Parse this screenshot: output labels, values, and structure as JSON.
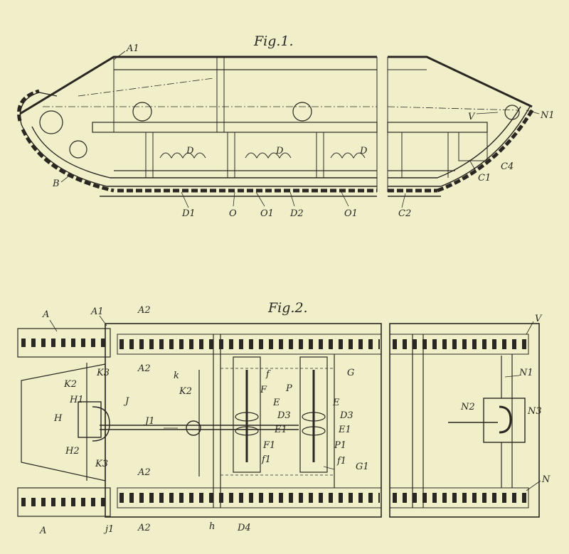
{
  "colors": {
    "paper": "#f1efc9",
    "ink": "#2a2722"
  },
  "figure1": {
    "title": "Fig.1.",
    "labels": {
      "A1": "A1",
      "B": "B",
      "D_left": "D",
      "D_mid": "D",
      "D_right": "D",
      "D1": "D1",
      "O": "O",
      "O1_a": "O1",
      "D2": "D2",
      "O1_b": "O1",
      "C2": "C2",
      "C1": "C1",
      "C4": "C4",
      "V": "V",
      "N1": "N1"
    }
  },
  "figure2": {
    "title": "Fig.2.",
    "labels": {
      "A_top": "A",
      "A1_top": "A1",
      "A2_top": "A2",
      "A2_mid": "A2",
      "K3_top": "K3",
      "K2_top": "K2",
      "H1": "H1",
      "J": "J",
      "H": "H",
      "J1": "J1",
      "H2": "H2",
      "K3_bot": "K3",
      "A2_low": "A2",
      "A_bot": "A",
      "j1": "j1",
      "A2_bot": "A2",
      "k_top": "k",
      "K2_mid": "K2",
      "f": "f",
      "F": "F",
      "E_1": "E",
      "D3_1": "D3",
      "E1_1": "E1",
      "F1_1": "F1",
      "f1_1": "f1",
      "D4": "D4",
      "h": "h",
      "G": "G",
      "P": "P",
      "E_2": "E",
      "D3_2": "D3",
      "E1_2": "E1",
      "P1": "P1",
      "f1_2": "f1",
      "G1": "G1",
      "V": "V",
      "N1": "N1",
      "N2": "N2",
      "N3": "N3",
      "N": "N"
    }
  }
}
